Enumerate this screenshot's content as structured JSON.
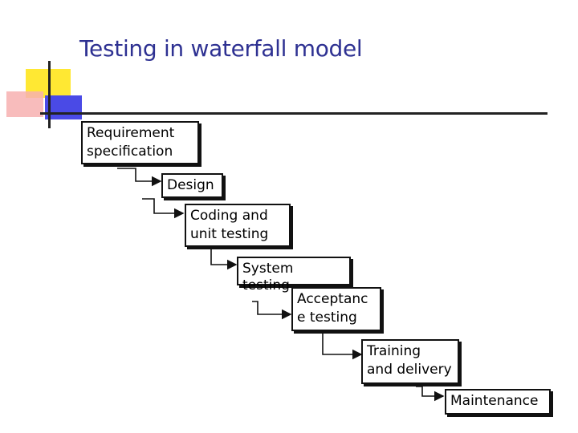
{
  "slide": {
    "title": "Testing in waterfall model"
  },
  "diagram": {
    "steps": [
      {
        "id": "requirement",
        "label_line1": "Requirement",
        "label_line2": "specification"
      },
      {
        "id": "design",
        "label_line1": "Design",
        "label_line2": ""
      },
      {
        "id": "coding",
        "label_line1": "Coding and",
        "label_line2": "unit testing"
      },
      {
        "id": "system",
        "label_line1": "System",
        "label_line2": "testing"
      },
      {
        "id": "acceptance",
        "label_line1": "Acceptanc",
        "label_line2": "e testing"
      },
      {
        "id": "training",
        "label_line1": "Training",
        "label_line2": "and delivery"
      },
      {
        "id": "maintenance",
        "label_line1": "Maintenance",
        "label_line2": ""
      }
    ]
  },
  "colors": {
    "title": "#2e3192",
    "deco_yellow": "#ffe833",
    "deco_blue": "#4a4ae6",
    "deco_pink": "#f4a6a6",
    "line": "#111111"
  }
}
